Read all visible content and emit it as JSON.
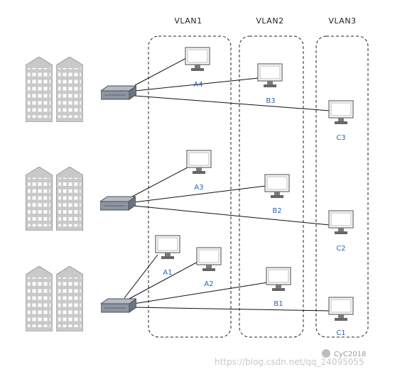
{
  "vlans": {
    "vlan1": "VLAN1",
    "vlan2": "VLAN2",
    "vlan3": "VLAN3"
  },
  "pcs": {
    "a4": "A4",
    "b3": "B3",
    "c3": "C3",
    "a3": "A3",
    "b2": "B2",
    "c2": "C2",
    "a1": "A1",
    "a2": "A2",
    "b1": "B1",
    "c1": "C1"
  },
  "watermark": {
    "brand": "CyC2018",
    "url": "https://blog.csdn.net/qq_24095055"
  },
  "colors": {
    "label_blue": "#2a66b5",
    "building_fill": "#c9c9c9",
    "switch_fill": "#8c95a0"
  }
}
